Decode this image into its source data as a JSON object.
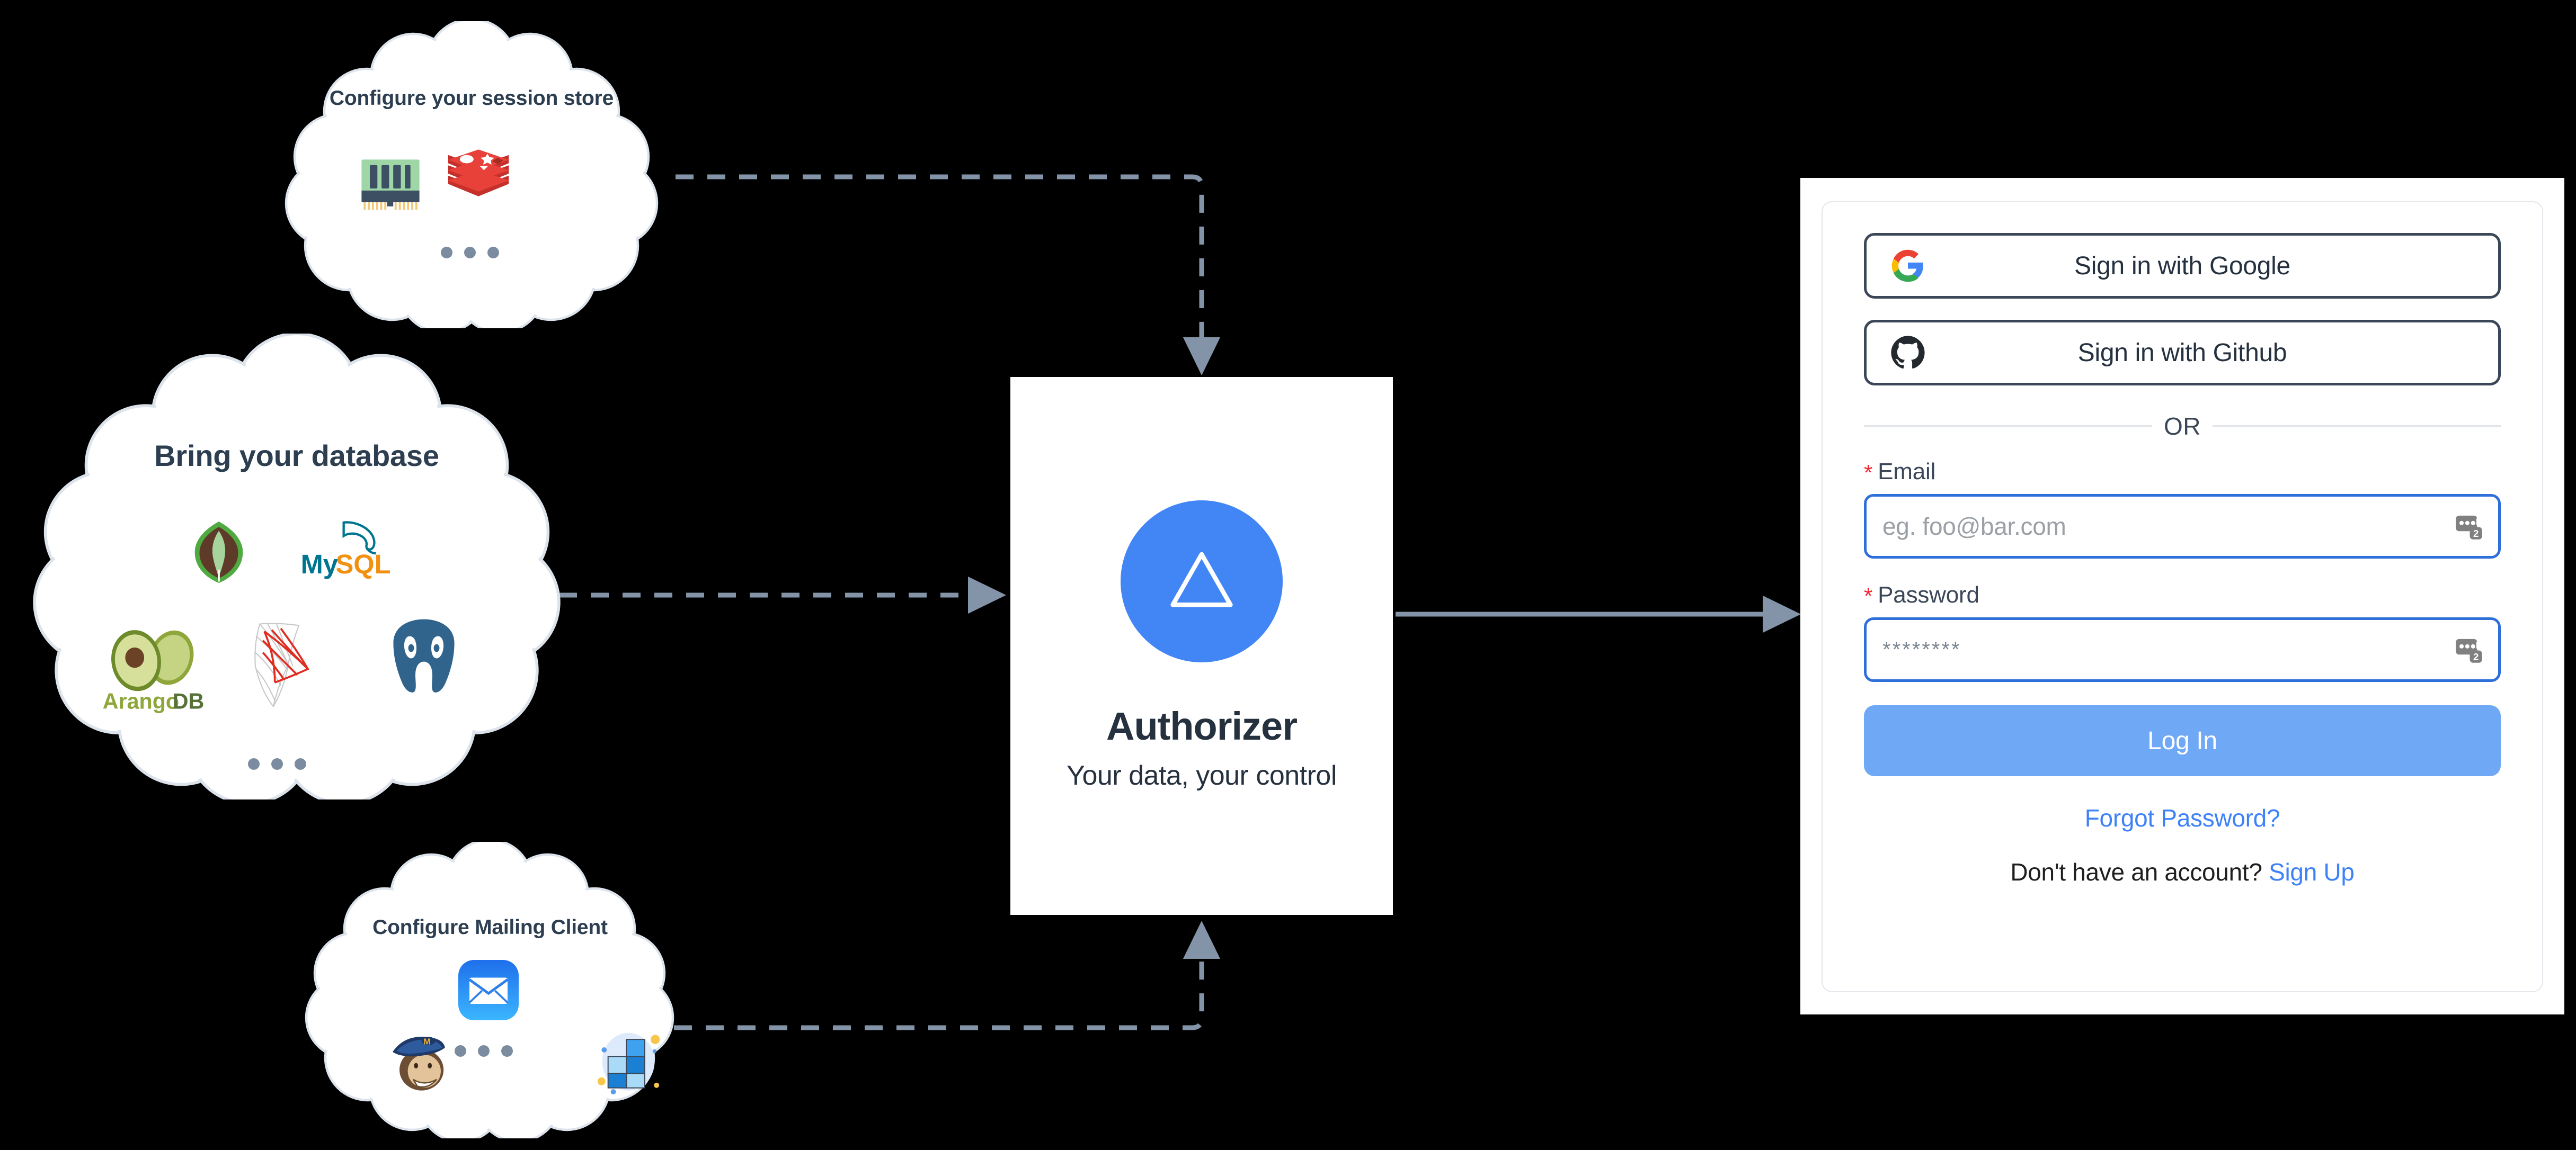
{
  "center": {
    "title": "Authorizer",
    "subtitle": "Your data, your control",
    "logo_icon": "triangle-logo-icon",
    "accent_color": "#4285F4"
  },
  "clouds": {
    "session": {
      "title": "Configure your session store",
      "logos": [
        "memory-ram-icon",
        "redis-icon"
      ],
      "more_indicator": "three-dots"
    },
    "database": {
      "title": "Bring your database",
      "logos": [
        "mongodb-icon",
        "mysql-icon",
        "arangodb-icon",
        "sqlserver-icon",
        "postgresql-icon"
      ],
      "more_indicator": "three-dots"
    },
    "mailing": {
      "title": "Configure Mailing Client",
      "logos": [
        "mail-envelope-icon",
        "mailchimp-icon",
        "sendgrid-icon"
      ],
      "more_indicator": "three-dots"
    }
  },
  "login": {
    "oauth": [
      {
        "label": "Sign in with Google",
        "icon": "google-icon"
      },
      {
        "label": "Sign in with Github",
        "icon": "github-icon"
      }
    ],
    "divider_text": "OR",
    "email": {
      "label": "Email",
      "required_mark": "*",
      "placeholder": "eg. foo@bar.com",
      "value": ""
    },
    "password": {
      "label": "Password",
      "required_mark": "*",
      "value": "********"
    },
    "submit_label": "Log In",
    "forgot_label": "Forgot Password?",
    "signup_prompt": "Don't have an account? ",
    "signup_label": "Sign Up",
    "primary_color": "#6FA8F5",
    "link_color": "#3E82F7",
    "focus_border_color": "#2E6FD9"
  },
  "colors": {
    "background": "#000000",
    "cloud_fill": "#FFFFFF",
    "cloud_stroke": "#DCE3EB",
    "connector": "#8494A8",
    "heading": "#2C3E50"
  }
}
